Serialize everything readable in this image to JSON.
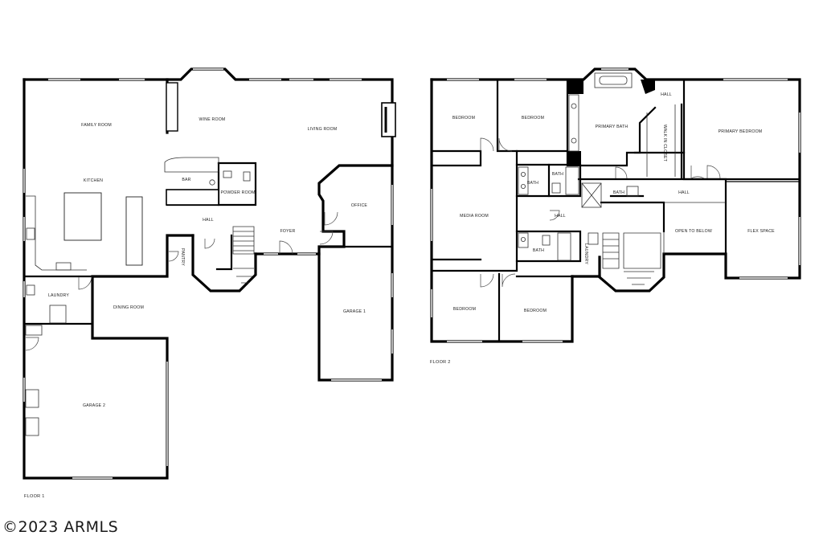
{
  "floor1": {
    "label": "FLOOR 1",
    "rooms": {
      "family_room": "FAMILY ROOM",
      "wine_room": "WINE ROOM",
      "living_room": "LIVING ROOM",
      "kitchen": "KITCHEN",
      "bar": "BAR",
      "powder_room": "POWDER ROOM",
      "hall": "HALL",
      "office": "OFFICE",
      "foyer": "FOYER",
      "pantry": "PANTRY",
      "laundry": "LAUNDRY",
      "dining_room": "DINING ROOM",
      "garage_1": "GARAGE 1",
      "garage_2": "GARAGE 2"
    }
  },
  "floor2": {
    "label": "FLOOR 2",
    "rooms": {
      "bedroom_1": "BEDROOM",
      "bedroom_2": "BEDROOM",
      "primary_bath": "PRIMARY BATH",
      "hall_top": "HALL",
      "primary_bedroom": "PRIMARY BEDROOM",
      "walk_in_closet": "WALK IN CLOSET",
      "bath_1": "BATH",
      "bath_2": "BATH",
      "bath_3": "BATH",
      "bath_4": "BATH",
      "hall_main": "HALL",
      "hall_small": "HALL",
      "media_room": "MEDIA ROOM",
      "open_to_below": "OPEN TO BELOW",
      "flex_space": "FLEX SPACE",
      "laundry": "LAUNDRY",
      "bedroom_3": "BEDROOM",
      "bedroom_4": "BEDROOM"
    }
  },
  "watermark": "©2023 ARMLS"
}
